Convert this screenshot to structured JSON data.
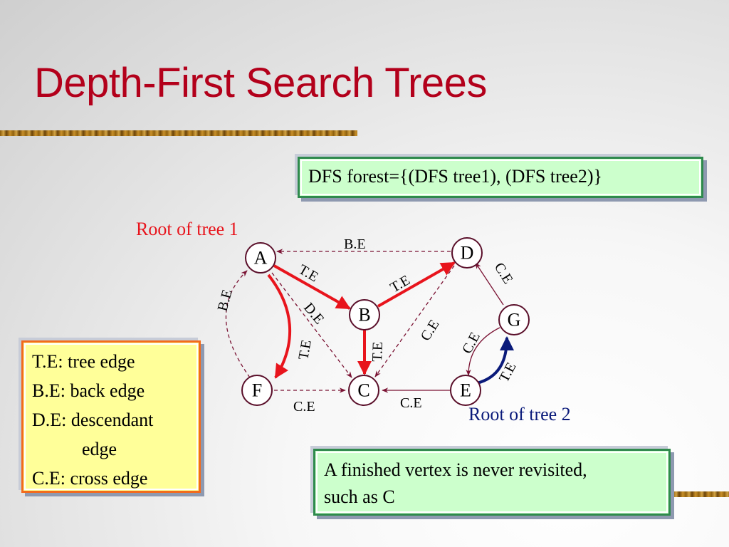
{
  "slide": {
    "title": "Depth-First Search Trees",
    "forest_text": "DFS forest={(DFS tree1), (DFS tree2)}",
    "root1_label": "Root of tree 1",
    "root2_label": "Root of tree 2",
    "legend": [
      "T.E: tree edge",
      "B.E: back edge",
      "D.E: descendant",
      "edge",
      "C.E: cross edge"
    ],
    "note_lines": [
      "A finished vertex is never revisited,",
      "such as C"
    ]
  },
  "graph": {
    "nodes": [
      "A",
      "B",
      "C",
      "D",
      "E",
      "F",
      "G"
    ],
    "edges": [
      {
        "from": "A",
        "to": "B",
        "label": "T.E",
        "kind": "tree"
      },
      {
        "from": "A",
        "to": "F",
        "label": "T.E",
        "kind": "tree"
      },
      {
        "from": "B",
        "to": "D",
        "label": "T.E",
        "kind": "tree"
      },
      {
        "from": "B",
        "to": "C",
        "label": "T.E",
        "kind": "tree"
      },
      {
        "from": "E",
        "to": "G",
        "label": "T.E",
        "kind": "tree2"
      },
      {
        "from": "D",
        "to": "A",
        "label": "B.E",
        "kind": "dashed"
      },
      {
        "from": "F",
        "to": "A",
        "label": "B.E",
        "kind": "dashed"
      },
      {
        "from": "A",
        "to": "C",
        "label": "D.E",
        "kind": "dashed"
      },
      {
        "from": "F",
        "to": "C",
        "label": "C.E",
        "kind": "dashed"
      },
      {
        "from": "D",
        "to": "C",
        "label": "C.E",
        "kind": "dashed"
      },
      {
        "from": "E",
        "to": "C",
        "label": "C.E",
        "kind": "cross"
      },
      {
        "from": "G",
        "to": "D",
        "label": "C.E",
        "kind": "cross"
      },
      {
        "from": "G",
        "to": "E",
        "label": "C.E",
        "kind": "cross"
      }
    ]
  },
  "colors": {
    "title": "#b3001b",
    "tree_edge": "#e8141c",
    "tree2_edge": "#0a1a7a",
    "other_edge": "#7a1233",
    "green_box": "#ccffcc",
    "yellow_box": "#ffff99"
  }
}
